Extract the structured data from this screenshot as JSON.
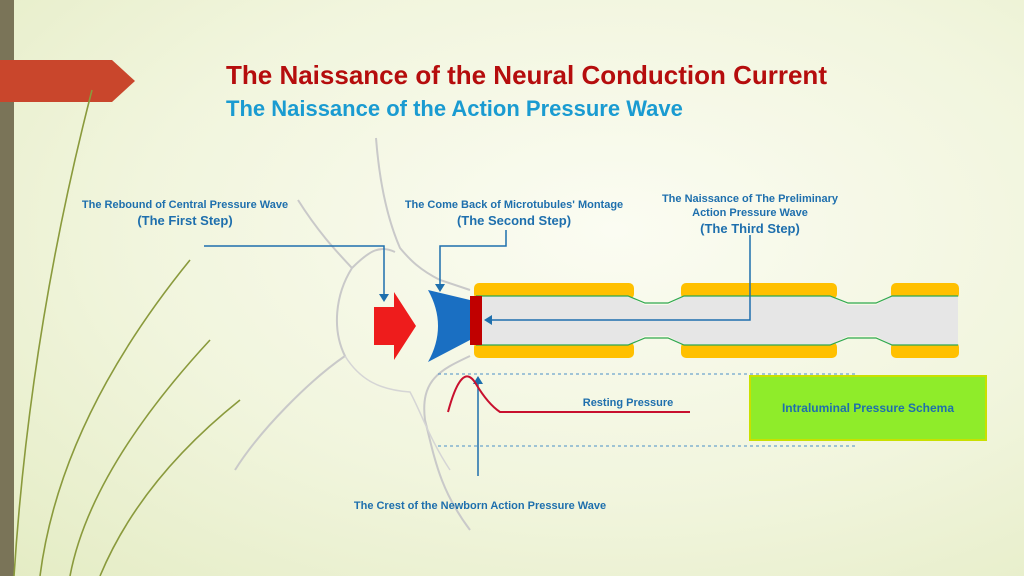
{
  "title": "The Naissance of the Neural Conduction Current",
  "subtitle": "The Naissance of the Action Pressure Wave",
  "labels": {
    "step1": {
      "text": "The Rebound of Central Pressure Wave",
      "step": "(The First Step)"
    },
    "step2": {
      "text": "The Come Back of Microtubules' Montage",
      "step": "(The Second Step)"
    },
    "step3": {
      "line1": "The Naissance of The Preliminary",
      "line2": "Action Pressure Wave",
      "step": "(The Third Step)"
    },
    "resting": "Resting Pressure",
    "crest": "The  Crest of the Newborn Action Pressure Wave",
    "schema": "Intraluminal Pressure Schema"
  },
  "colors": {
    "title": "#b50d0d",
    "subtitle": "#1a9bd1",
    "label": "#1e6fad",
    "arrow_red": "#ee1c1c",
    "wedge_blue": "#1a6fc2",
    "myelin": "#ffc000",
    "schema_fill": "#8fec2a",
    "wave": "#c8102e"
  }
}
